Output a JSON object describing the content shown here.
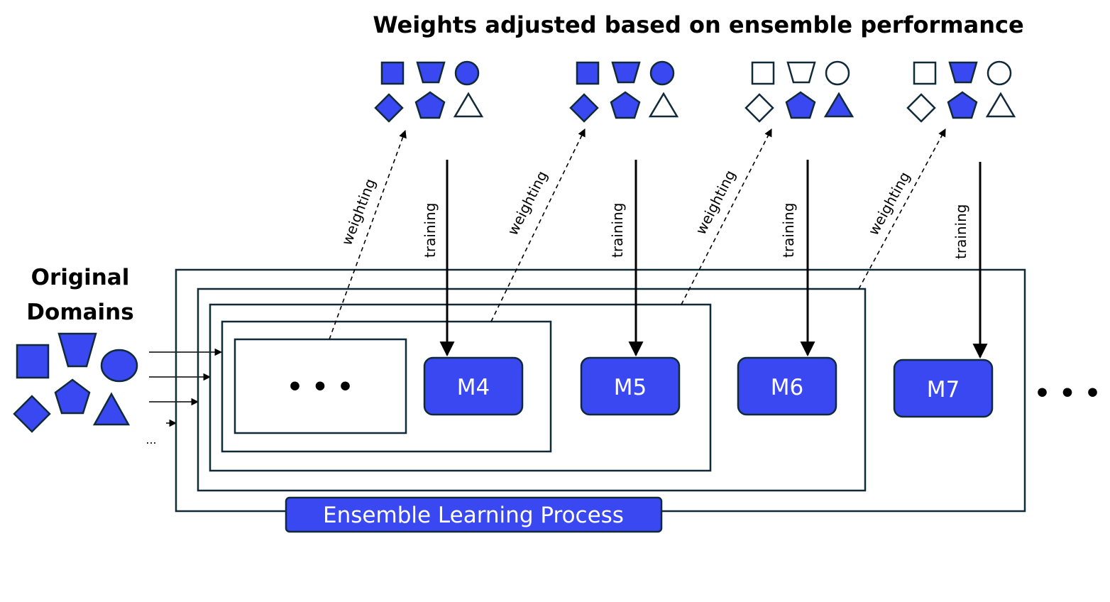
{
  "title": "Weights adjusted based on ensemble performance",
  "domains_label": [
    "Original",
    "Domains"
  ],
  "edge_labels": {
    "weighting": "weighting",
    "training": "training"
  },
  "models": [
    "M4",
    "M5",
    "M6",
    "M7"
  ],
  "inner_ellipsis": "• • •",
  "trailing_ellipsis": "• • •",
  "arrow_more": "...",
  "process_label": "Ensemble Learning Process",
  "colors": {
    "fill": "#3a48f2",
    "stroke": "#102a3a"
  },
  "shape_groups": [
    {
      "name": "group-1",
      "square": "filled",
      "trapezoid": "filled",
      "circle": "filled",
      "diamond": "filled",
      "pentagon": "filled",
      "triangle": "outline"
    },
    {
      "name": "group-2",
      "square": "filled",
      "trapezoid": "filled",
      "circle": "filled",
      "diamond": "filled",
      "pentagon": "filled",
      "triangle": "outline"
    },
    {
      "name": "group-3",
      "square": "outline",
      "trapezoid": "outline",
      "circle": "outline",
      "diamond": "outline",
      "pentagon": "filled",
      "triangle": "filled"
    },
    {
      "name": "group-4",
      "square": "outline",
      "trapezoid": "filled",
      "circle": "outline",
      "diamond": "outline",
      "pentagon": "filled",
      "triangle": "outline"
    }
  ]
}
